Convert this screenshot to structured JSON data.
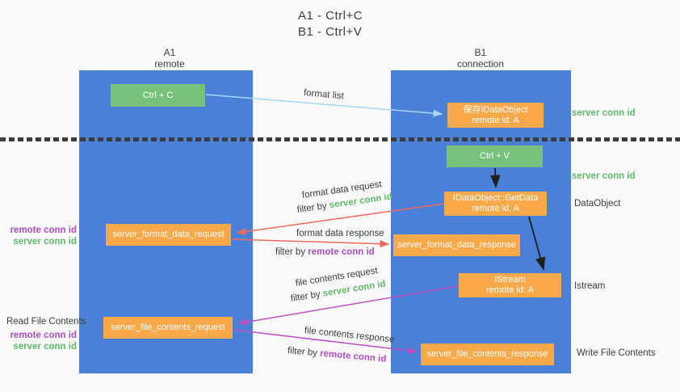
{
  "title": {
    "line1": "A1 - Ctrl+C",
    "line2": "B1 - Ctrl+V"
  },
  "columns": {
    "left": {
      "name": "A1",
      "subtitle": "remote"
    },
    "right": {
      "name": "B1",
      "subtitle": "connection"
    }
  },
  "nodes": {
    "ctrl_c": {
      "label": "Ctrl + C"
    },
    "save_idataobject": {
      "line1": "保存IDataObject",
      "line2": "remote id: A"
    },
    "ctrl_v": {
      "label": "Ctrl + V"
    },
    "getdata": {
      "line1": "IDataObject::GetData",
      "line2": "remote id: A"
    },
    "format_request": {
      "label": "server_format_data_request"
    },
    "format_response": {
      "label": "server_format_data_response"
    },
    "istream": {
      "line1": "IStream",
      "line2": "remote id: A"
    },
    "file_request": {
      "label": "server_file_contents_request"
    },
    "file_response": {
      "label": "server_file_contents_response"
    }
  },
  "arrow_labels": {
    "format_list": "format list",
    "format_data_request": "format data request",
    "format_data_response": "format data response",
    "file_contents_request": "file contents request",
    "file_contents_response": "file contents response",
    "filter_by": "filter by",
    "server_conn_id": "server conn id",
    "remote_conn_id": "remote conn id"
  },
  "side_labels": {
    "server_conn_id_1": "server conn id",
    "server_conn_id_2": "server conn id",
    "dataobject": "DataObject",
    "istream": "Istream",
    "write_file_contents": "Write File Contents",
    "read_file_contents": "Read File Contents",
    "left_remote_conn_id_1": "remote conn id",
    "left_server_conn_id_1": "server conn id",
    "left_remote_conn_id_2": "remote conn id",
    "left_server_conn_id_2": "server conn id"
  },
  "colors": {
    "lifeline_blue": "#4a80d8",
    "box_green": "#77c17a",
    "box_orange": "#f9a84a",
    "arrow_light_blue": "#a8d7f5",
    "arrow_red": "#ef6a5e",
    "arrow_magenta": "#bd53c4",
    "arrow_black": "#1f1f1f",
    "text_green": "#61ba6b",
    "text_purple": "#ab4fc2",
    "text_dark": "#3d3d3d"
  }
}
